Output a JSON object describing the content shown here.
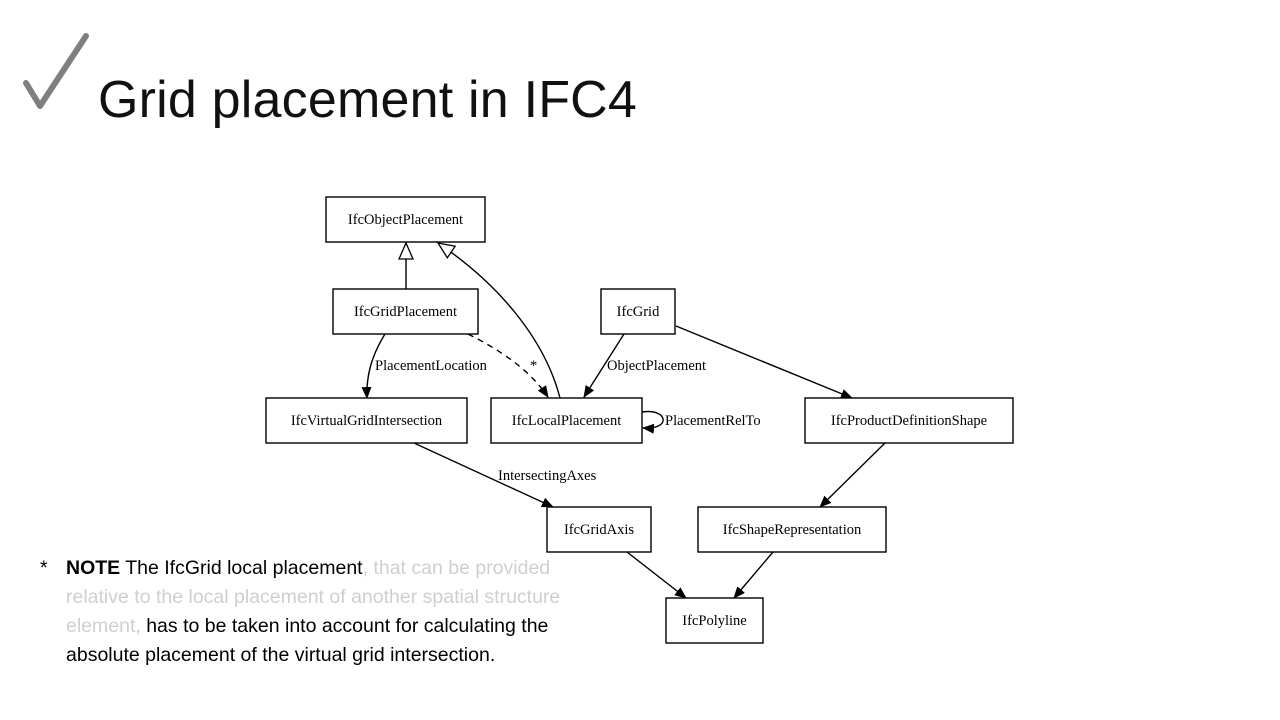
{
  "slide": {
    "check_icon": "check-mark-icon",
    "title": "Grid placement in IFC4"
  },
  "diagram": {
    "nodes": {
      "object_placement": "IfcObjectPlacement",
      "grid_placement": "IfcGridPlacement",
      "grid": "IfcGrid",
      "virtual_grid_intersection": "IfcVirtualGridIntersection",
      "local_placement": "IfcLocalPlacement",
      "product_definition_shape": "IfcProductDefinitionShape",
      "grid_axis": "IfcGridAxis",
      "shape_representation": "IfcShapeRepresentation",
      "polyline": "IfcPolyline"
    },
    "edge_labels": {
      "placement_location": "PlacementLocation",
      "asterisk": "*",
      "object_placement": "ObjectPlacement",
      "placement_rel_to": "PlacementRelTo",
      "intersecting_axes": "IntersectingAxes"
    }
  },
  "note": {
    "star": "*",
    "keyword": "NOTE",
    "text_1": " The IfcGrid local placement",
    "faded": ", that can be provided relative to the local placement of another spatial structure element,",
    "text_2": " has to be taken into account for calculating the absolute placement of the virtual grid intersection."
  }
}
